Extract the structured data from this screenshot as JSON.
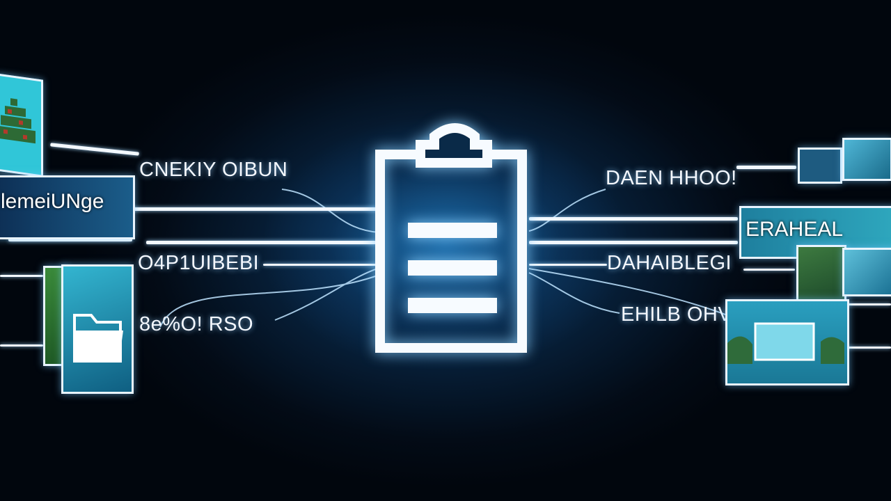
{
  "center_icon": "clipboard-list-icon",
  "left_labels": [
    "CNEKIY OIBUN",
    "O4P1UIBEBI",
    "8e%O! RSO"
  ],
  "right_labels": [
    "DAEN HHOO!",
    "DAHAIBLEGI",
    "EHILB OHVCH"
  ],
  "left_windows": {
    "top_thumb_icon": "pixel-pyramid-icon",
    "banner_title": "lemeiUNge",
    "folder_icon": "folder-icon"
  },
  "right_windows": {
    "banner_title": "ERAHEAL",
    "preview_icon": "landscape-image-icon"
  },
  "colors": {
    "background": "#030b16",
    "glow": "#2896e6",
    "line": "#f3f8ff",
    "panel": "#1f8fb0"
  }
}
